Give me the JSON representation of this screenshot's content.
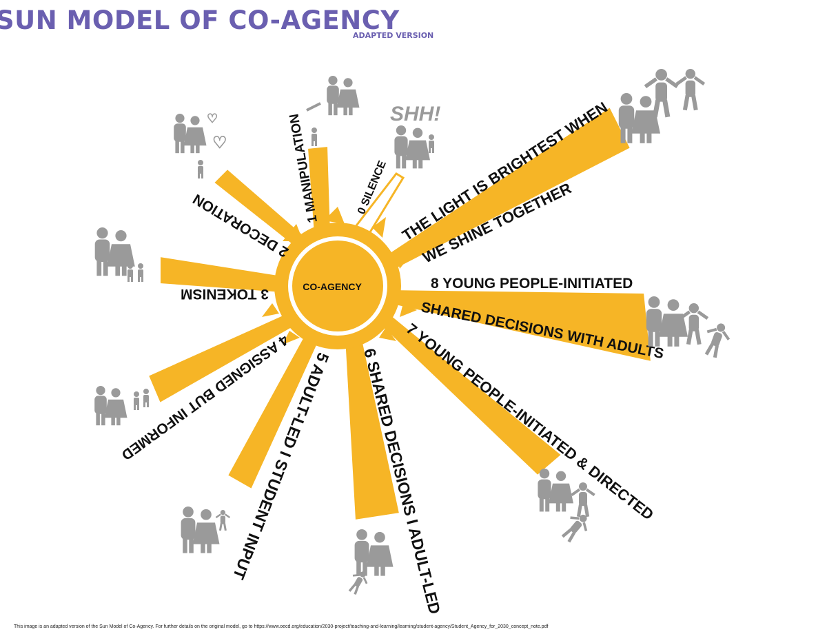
{
  "header": {
    "title": "SUN MODEL OF CO-AGENCY",
    "subtitle": "ADAPTED VERSION"
  },
  "center_label": "CO-AGENCY",
  "colors": {
    "sun": "#f6b526",
    "title": "#6a5fb0",
    "people": "#9a9a9a"
  },
  "levels": [
    {
      "label": "0 SILENCE"
    },
    {
      "label": "1 MANIPULATION"
    },
    {
      "label": "2 DECORATION"
    },
    {
      "label": "3 TOKENISM"
    },
    {
      "label": "4 ASSIGNED BUT INFORMED"
    },
    {
      "label": "5 ADULT-LED I STUDENT INPUT"
    },
    {
      "label": "6 SHARED DECISIONS I ADULT-LED"
    },
    {
      "label": "7 YOUNG PEOPLE-INITIATED & DIRECTED"
    },
    {
      "label": "8 YOUNG PEOPLE-INITIATED",
      "label2": "SHARED DECISIONS WITH ADULTS"
    }
  ],
  "motto": {
    "line1": "THE LIGHT IS BRIGHTEST WHEN",
    "line2": "WE SHINE TOGETHER"
  },
  "shh_text": "SHH!",
  "footer": "This image is an adapted version of the Sun Model of Co-Agency. For further details on the original model, go to https://www.oecd.org/education/2030-project/teaching-and-learning/learning/student-agency/Student_Agency_for_2030_concept_note.pdf"
}
